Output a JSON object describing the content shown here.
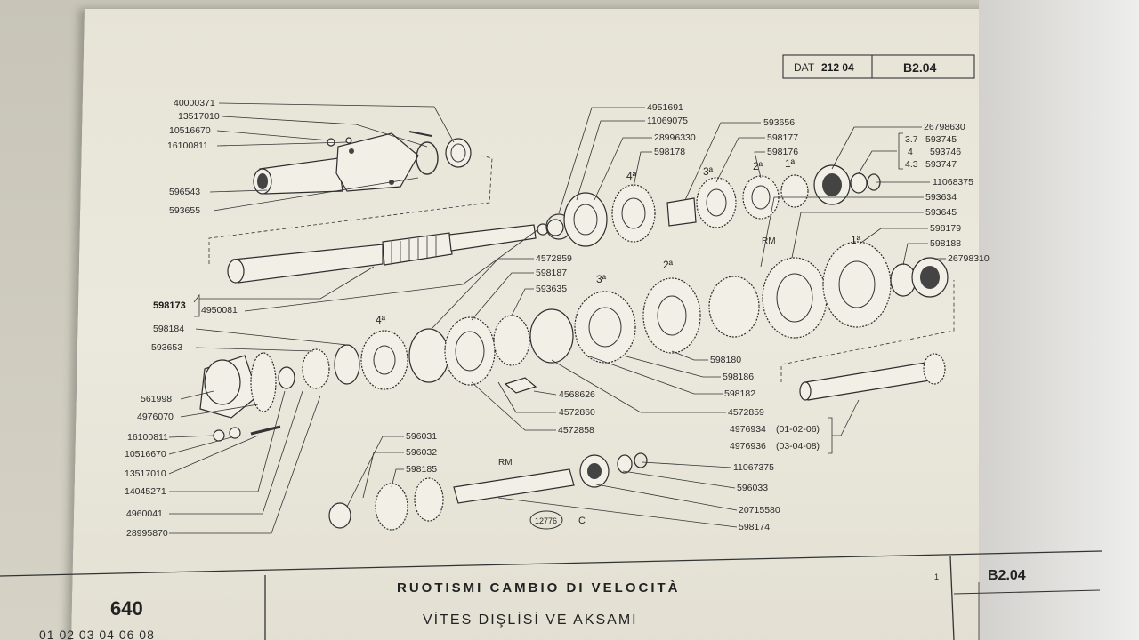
{
  "header": {
    "dat_label": "DAT",
    "dat_value": "212 04",
    "ref_top": "B2.04"
  },
  "footer": {
    "model": "640",
    "variants": "01 02 03 04 06 08",
    "title_it": "RUOTISMI CAMBIO DI VELOCITÀ",
    "title_tr": "VİTES DIŞLİSİ VE AKSAMI",
    "page_num": "1",
    "ref_bottom": "B2.04"
  },
  "drawing": {
    "stamp_number": "12776",
    "stamp_letter": "C",
    "gear_marks": [
      "4ª",
      "3ª",
      "2ª",
      "1ª",
      "RM",
      "4ª",
      "3ª",
      "2ª",
      "1ª",
      "RM"
    ]
  },
  "parts_left_top": [
    "40000371",
    "13517010",
    "10516670",
    "16100811",
    "596543",
    "593655"
  ],
  "parts_top_center": [
    "4951691",
    "11069075",
    "28996330",
    "598178"
  ],
  "parts_top_right": [
    "593656",
    "598177",
    "598176",
    "26798630"
  ],
  "parts_ratio": [
    {
      "ratio": "3.7",
      "code": "593745"
    },
    {
      "ratio": "4",
      "code": "593746"
    },
    {
      "ratio": "4.3",
      "code": "593747"
    }
  ],
  "parts_right_mid": [
    "11068375",
    "593634",
    "593645",
    "598179",
    "598188",
    "26798310"
  ],
  "parts_shaft": [
    "598173",
    "4950081"
  ],
  "parts_center": [
    "4572859",
    "598187",
    "593635"
  ],
  "parts_left_mid": [
    "598184",
    "593653"
  ],
  "parts_left_low": [
    "561998",
    "4976070",
    "16100811",
    "10516670",
    "13517010",
    "14045271",
    "4960041",
    "28995870"
  ],
  "parts_right_low": [
    "598180",
    "598186",
    "598182",
    "4572859"
  ],
  "parts_bottom_center": [
    "4568626",
    "4572860",
    "4572858"
  ],
  "parts_variant": [
    {
      "code": "4976934",
      "note": "(01-02-06)"
    },
    {
      "code": "4976936",
      "note": "(03-04-08)"
    }
  ],
  "parts_rm_group": [
    "596031",
    "596032",
    "598185"
  ],
  "parts_bottom_right": [
    "11067375",
    "596033",
    "20715580",
    "598174"
  ]
}
